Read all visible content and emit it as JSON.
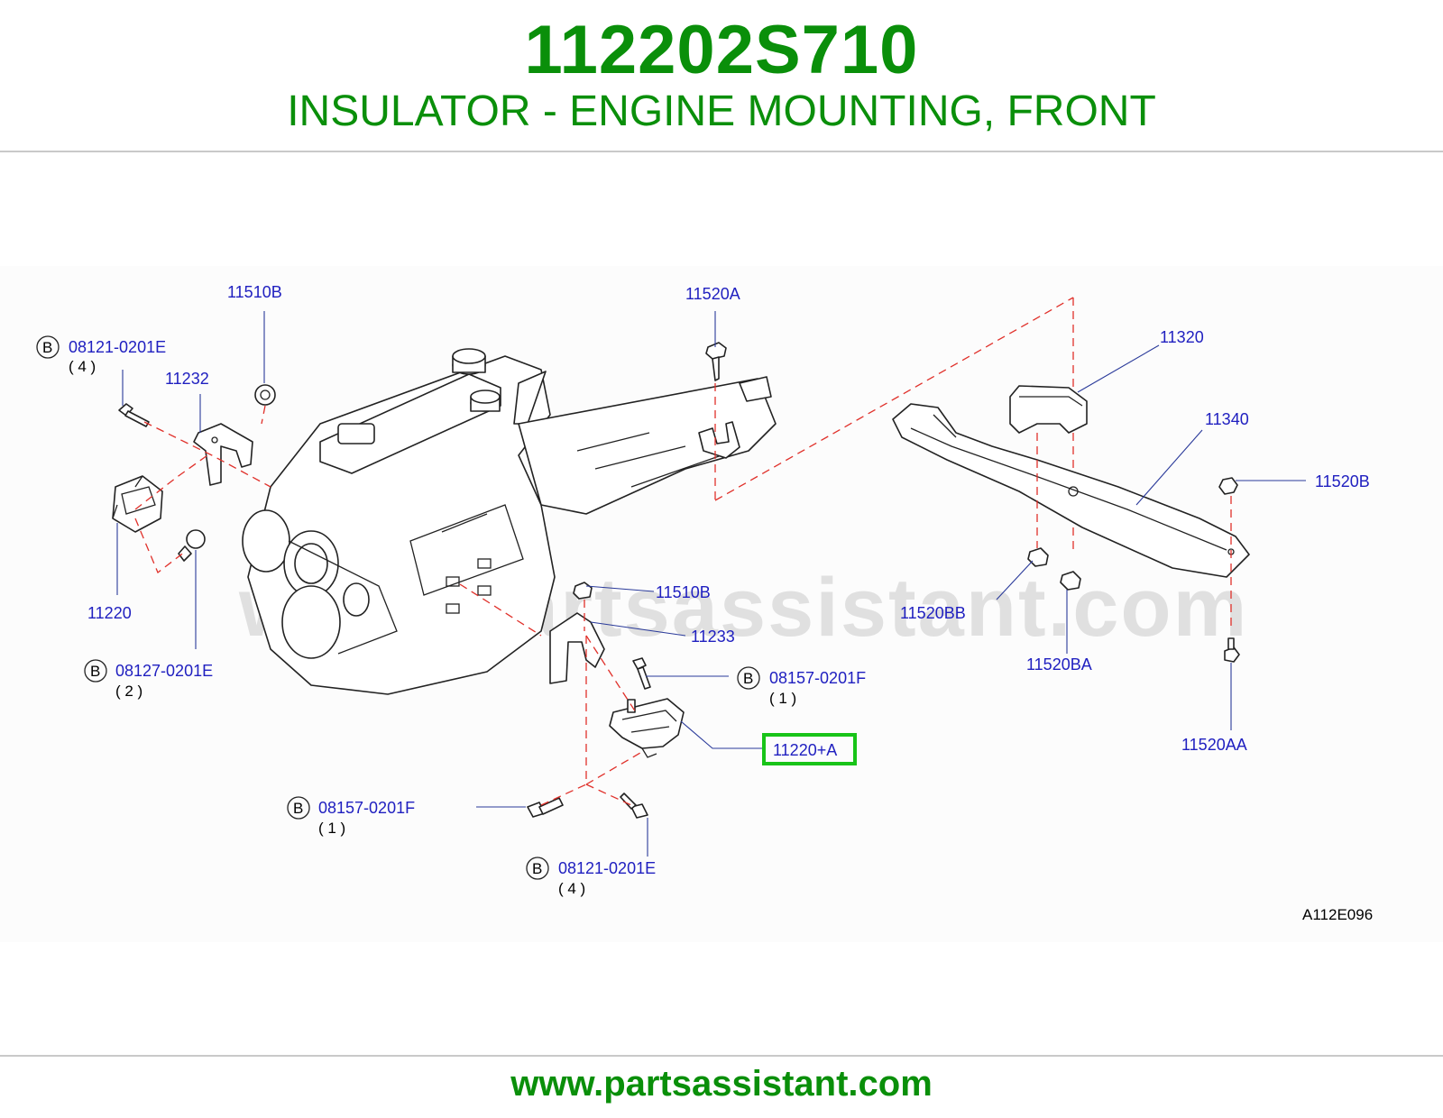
{
  "header": {
    "part_number": "112202S710",
    "part_title": "INSULATOR - ENGINE MOUNTING, FRONT"
  },
  "diagram": {
    "watermark": "www.partsassistant.com",
    "figure_ref": "A112E096",
    "bolt_marker": "B",
    "callouts": {
      "p11510B_top": "11510B",
      "p08121_left": "08121-0201E",
      "p08121_left_qty": "( 4 )",
      "p11232": "11232",
      "p11220": "11220",
      "p08127": "08127-0201E",
      "p08127_qty": "( 2 )",
      "p11520A": "11520A",
      "p11510B_mid": "11510B",
      "p11233": "11233",
      "p08157_right": "08157-0201F",
      "p08157_right_qty": "( 1 )",
      "p11220A": "11220+A",
      "p08157_bottom": "08157-0201F",
      "p08157_bottom_qty": "( 1 )",
      "p08121_bottom": "08121-0201E",
      "p08121_bottom_qty": "( 4 )",
      "p11320": "11320",
      "p11340": "11340",
      "p11520B": "11520B",
      "p11520BB": "11520BB",
      "p11520BA": "11520BA",
      "p11520AA": "11520AA"
    },
    "highlighted_part": "11220+A",
    "highlight_color": "#18c418",
    "callout_color": "#2020c0",
    "brand_color": "#0a8f0a"
  },
  "footer": {
    "url": "www.partsassistant.com"
  }
}
